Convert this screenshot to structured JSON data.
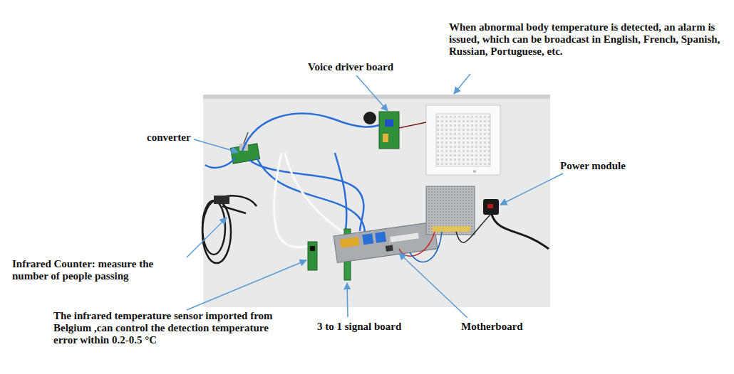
{
  "diagram": {
    "labels": [
      "When abnormal body temperature is detected, an alarm is issued, which can be broadcast in English, French, Spanish, Russian, Portuguese, etc.",
      "Voice driver board",
      "converter",
      "Power module",
      "Infrared Counter: measure the number of people passing",
      "The infrared temperature sensor imported from Belgium ,can control the detection temperature error within 0.2-0.5 °C",
      "3 to 1 signal board",
      "Motherboard"
    ]
  }
}
